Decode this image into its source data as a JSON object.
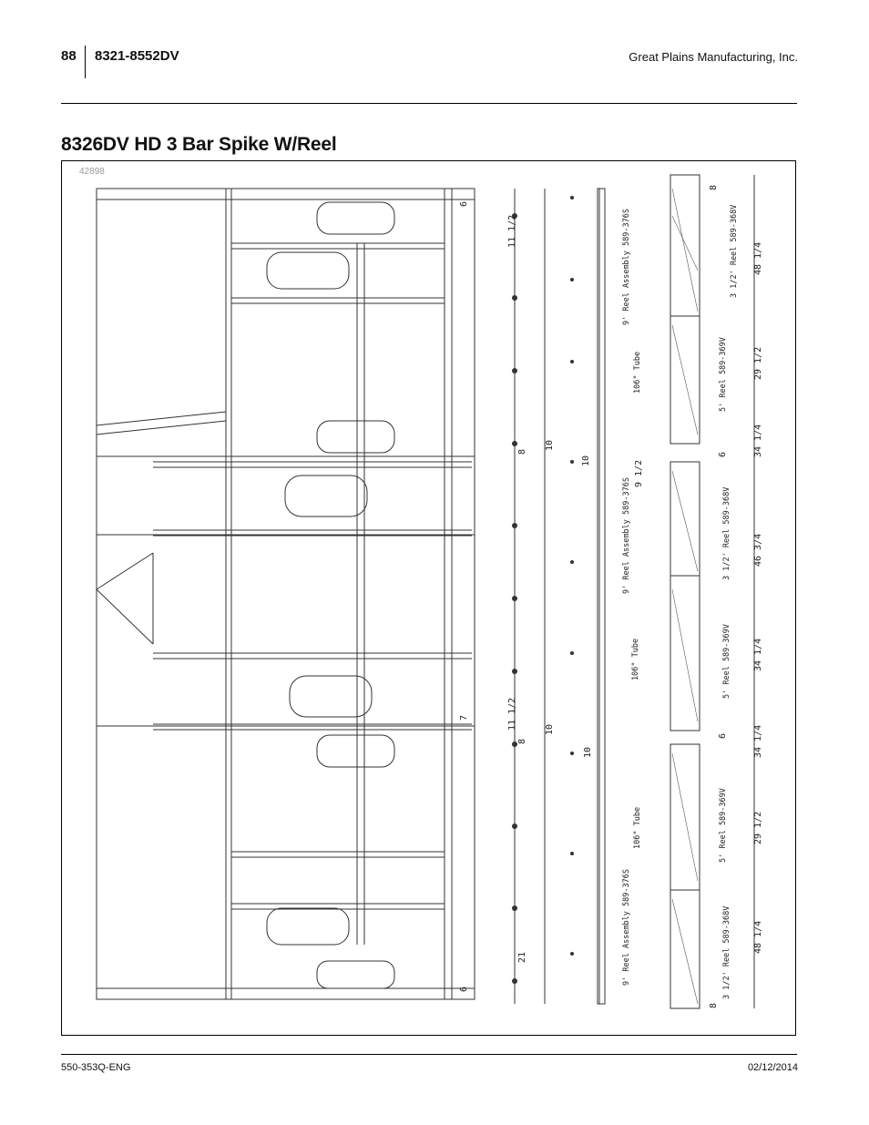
{
  "header": {
    "page_number": "88",
    "model": "8321-8552DV",
    "company": "Great Plains Manufacturing, Inc."
  },
  "title": "8326DV HD 3 Bar Spike W/Reel",
  "figure": {
    "id": "42898",
    "dimensions": [
      "6",
      "11 1/2",
      "8",
      "10",
      "10",
      "9 1/2",
      "7",
      "11 1/2",
      "8",
      "10",
      "10",
      "21",
      "6",
      "8",
      "48 1/4",
      "29 1/2",
      "34 1/4",
      "6",
      "46 3/4",
      "34 1/4",
      "6",
      "34 1/4",
      "29 1/2",
      "48 1/4",
      "8"
    ],
    "labels": [
      "9' Reel Assembly 589-376S",
      "106\" Tube",
      "3 1/2' Reel 589-368V",
      "5' Reel 589-369V"
    ]
  },
  "footer": {
    "doc_number": "550-353Q-ENG",
    "date": "02/12/2014"
  }
}
